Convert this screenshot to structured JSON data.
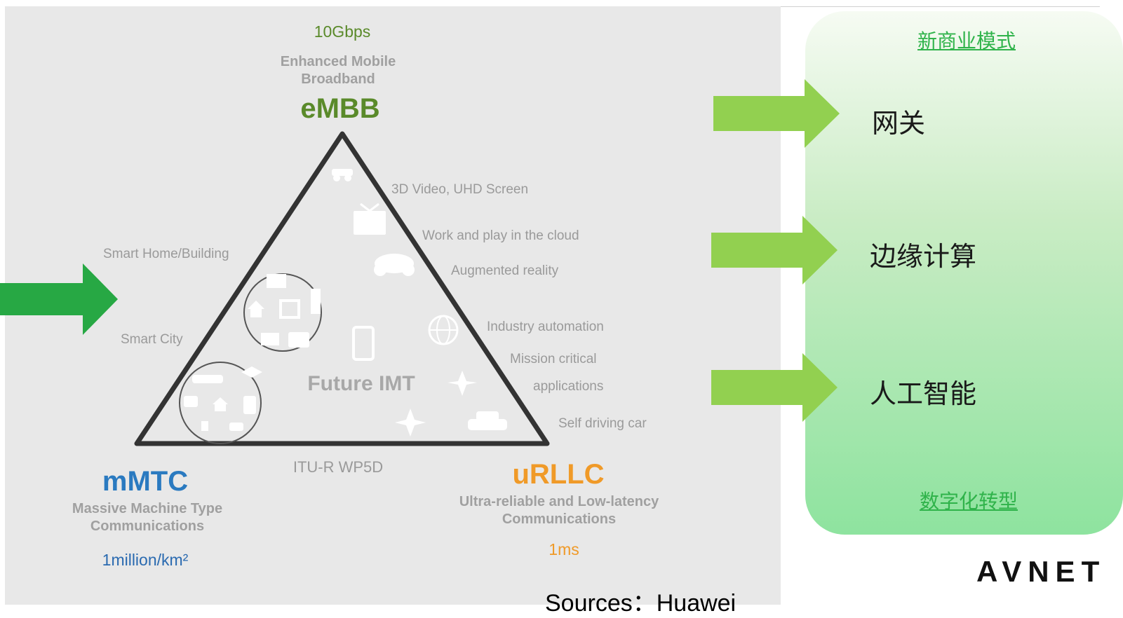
{
  "diagram": {
    "center_label": "Future IMT",
    "base_label": "ITU-R WP5D",
    "embb": {
      "speed": "10Gbps",
      "subtitle_line1": "Enhanced Mobile",
      "subtitle_line2": "Broadband",
      "title": "eMBB"
    },
    "mmtc": {
      "title": "mMTC",
      "subtitle_line1": "Massive Machine Type",
      "subtitle_line2": "Communications",
      "density": "1million/km²"
    },
    "urllc": {
      "title": "uRLLC",
      "subtitle_line1": "Ultra-reliable and Low-latency",
      "subtitle_line2": "Communications",
      "latency": "1ms"
    },
    "use_cases": {
      "video": "3D Video, UHD Screen",
      "cloud": "Work and play in the cloud",
      "ar": "Augmented reality",
      "industry": "Industry automation",
      "mission_line1": "Mission critical",
      "mission_line2": "applications",
      "self_driving": "Self driving car",
      "smart_home": "Smart Home/Building",
      "smart_city": "Smart City"
    },
    "colors": {
      "embb": "#5a8a2a",
      "mmtc": "#2a7ac0",
      "urllc": "#f09a28",
      "triangle": "#333333"
    }
  },
  "right_panel": {
    "top_link": "新商业模式",
    "items": [
      "网关",
      "边缘计算",
      "人工智能"
    ],
    "bottom_link": "数字化转型",
    "arrow_color": "#92d050",
    "left_arrow_color": "#27a844"
  },
  "source_text": "Sources：Huawei",
  "logo": "AVNET"
}
